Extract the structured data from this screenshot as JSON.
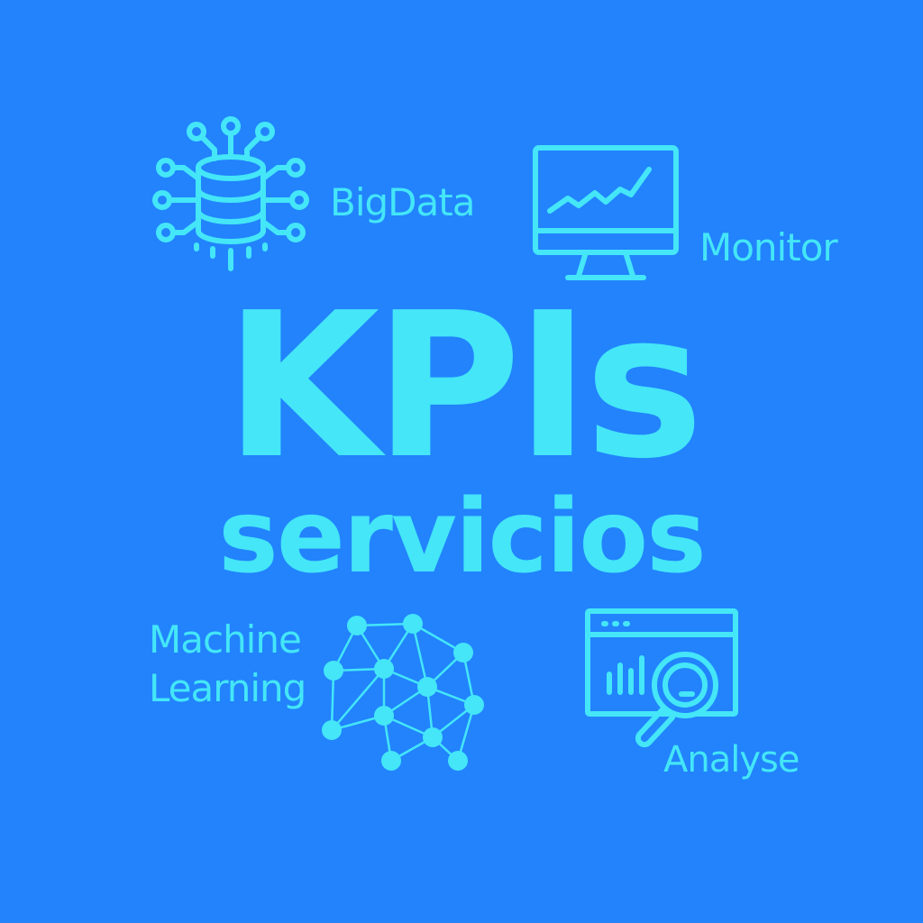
{
  "colors": {
    "background": "#2283fd",
    "accent": "#44e6f7"
  },
  "title": "KPIs",
  "subtitle": "servicios",
  "items": {
    "bigdata": {
      "label": "BigData",
      "icon": "database-circuit-icon"
    },
    "monitor": {
      "label": "Monitor",
      "icon": "monitor-chart-icon"
    },
    "machine_learning": {
      "label_line1": "Machine",
      "label_line2": "Learning",
      "icon": "neural-network-icon"
    },
    "analyse": {
      "label": "Analyse",
      "icon": "analytics-magnifier-icon"
    }
  }
}
